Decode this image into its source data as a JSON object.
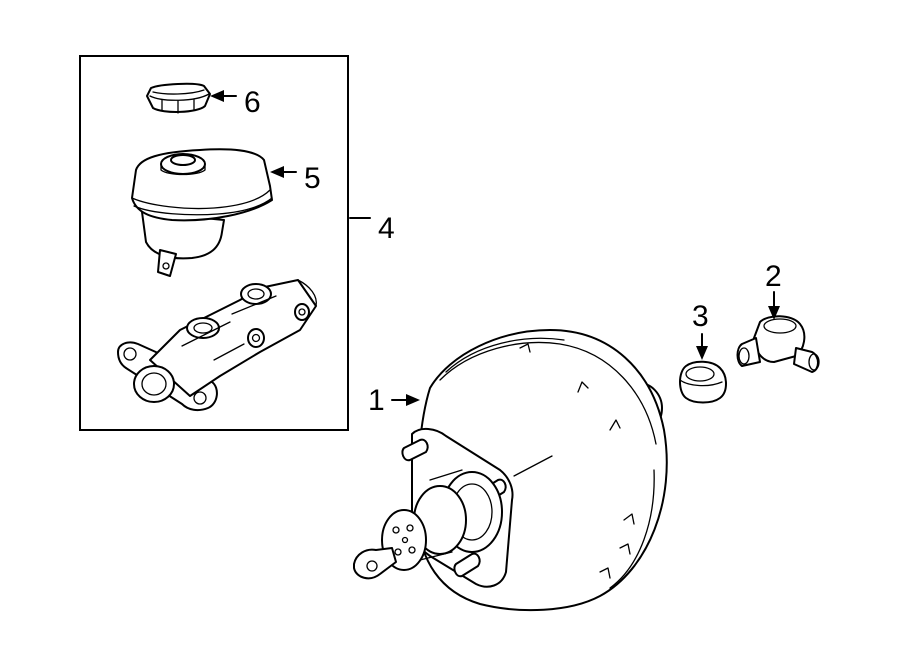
{
  "callouts": [
    {
      "id": "1",
      "label": "1",
      "part": "brake-booster"
    },
    {
      "id": "2",
      "label": "2",
      "part": "check-valve"
    },
    {
      "id": "3",
      "label": "3",
      "part": "grommet"
    },
    {
      "id": "4",
      "label": "4",
      "part": "master-cylinder-assembly"
    },
    {
      "id": "5",
      "label": "5",
      "part": "reservoir"
    },
    {
      "id": "6",
      "label": "6",
      "part": "reservoir-cap"
    }
  ],
  "colors": {
    "line": "#000000",
    "background": "#ffffff"
  }
}
